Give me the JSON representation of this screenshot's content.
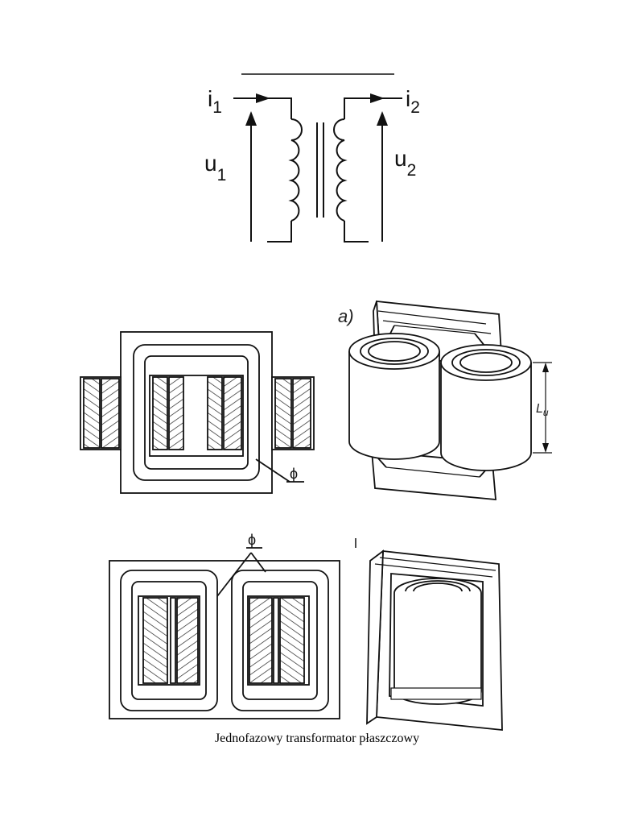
{
  "circuit": {
    "i1": "i",
    "i1_sub": "1",
    "i2": "i",
    "i2_sub": "2",
    "u1": "u",
    "u1_sub": "1",
    "u2": "u",
    "u2_sub": "2"
  },
  "drawing_a": {
    "tag": "a)",
    "dimension": "L",
    "dimension_sub": "u",
    "flux_symbol": "ϕ"
  },
  "drawing_b": {
    "flux_symbol": "ϕ"
  },
  "caption": "Jednofazowy transformator płaszczowy",
  "colors": {
    "ink": "#111111",
    "paper": "#ffffff",
    "hatch": "#222222"
  }
}
